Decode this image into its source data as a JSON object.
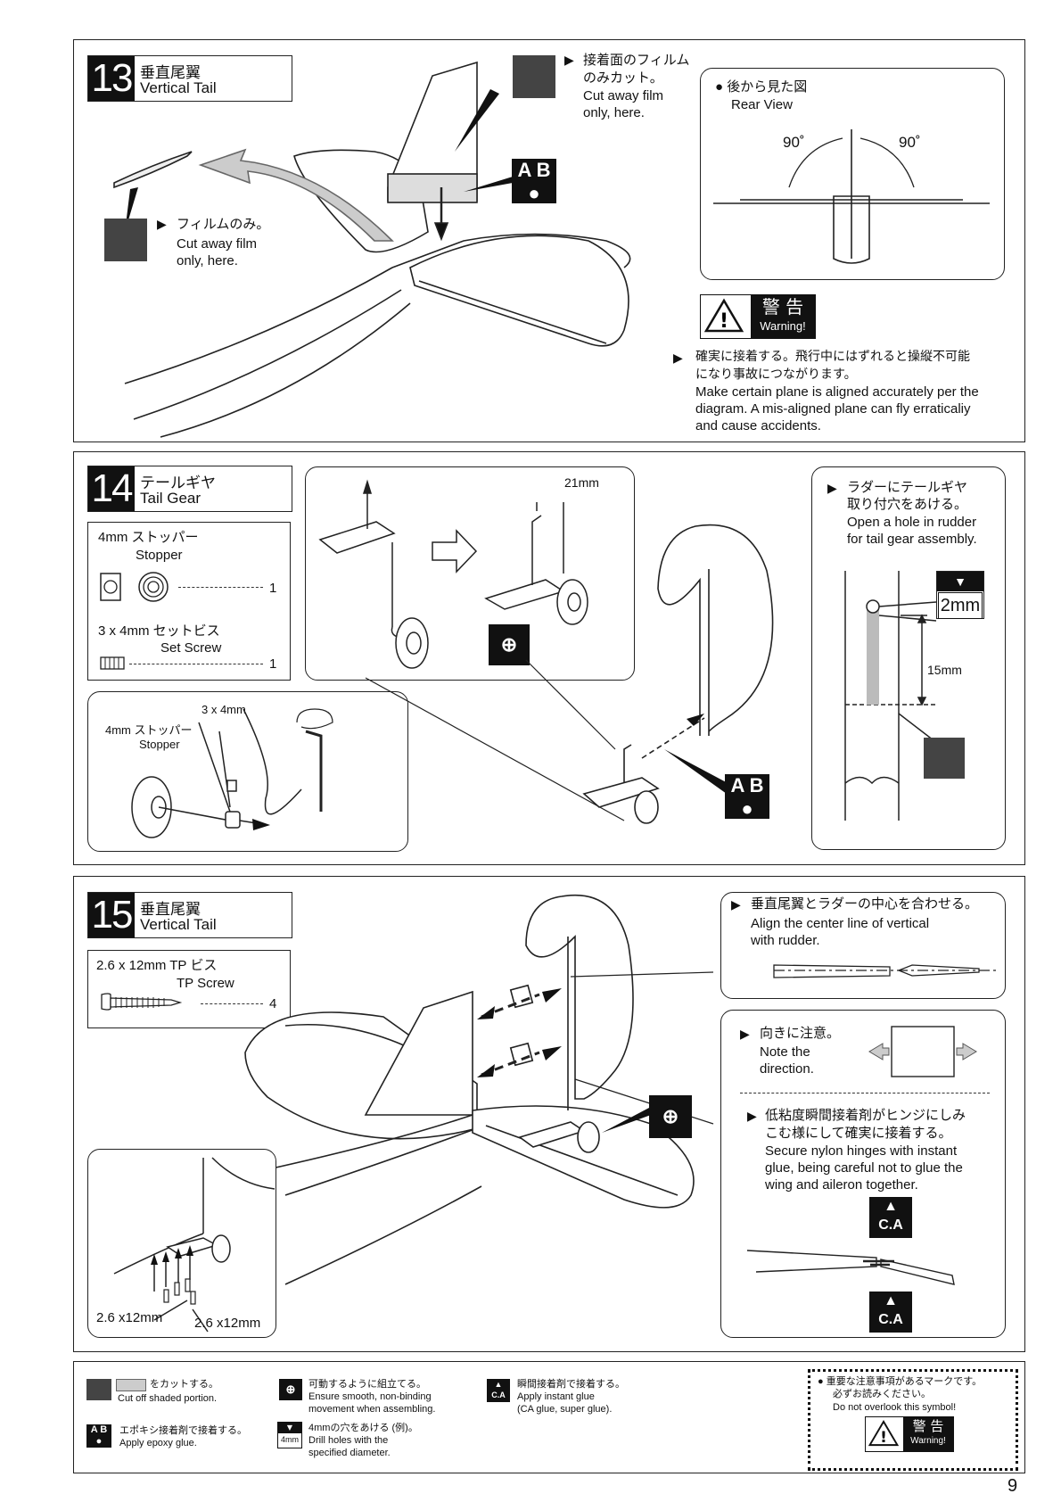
{
  "steps": [
    {
      "number": "13",
      "title_jp": "垂直尾翼",
      "title_en": "Vertical Tail",
      "callouts": {
        "film_jp": "フィルムのみ。",
        "film_en_1": "Cut away film",
        "film_en_2": "only, here.",
        "surface_jp_1": "接着面のフィルム",
        "surface_jp_2": "のみカット。",
        "surface_en_1": "Cut away film",
        "surface_en_2": "only, here.",
        "rear_jp": "後から見た図",
        "rear_en": "Rear View",
        "angle_left": "90˚",
        "angle_right": "90˚",
        "warning_jp": "警 告",
        "warning_en": "Warning!",
        "warn_text_jp_1": "確実に接着する。飛行中にはずれると操縦不可能",
        "warn_text_jp_2": "になり事故につながります。",
        "warn_text_en_1": "Make certain plane is aligned accurately per the",
        "warn_text_en_2": "diagram. A mis-aligned plane can fly erraticaliy",
        "warn_text_en_3": "and cause accidents."
      }
    },
    {
      "number": "14",
      "title_jp": "テールギヤ",
      "title_en": "Tail Gear",
      "parts": [
        {
          "name_jp": "4mm ストッパー",
          "name_en": "Stopper",
          "qty": "1"
        },
        {
          "name_jp": "3 x 4mm  セットビス",
          "name_en": "Set Screw",
          "qty": "1"
        }
      ],
      "callouts": {
        "dim_21": "21mm",
        "screw_label": "3 x 4mm",
        "stopper_jp": "4mm ストッパー",
        "stopper_en": "Stopper",
        "hole_jp_1": "ラダーにテールギヤ",
        "hole_jp_2": "取り付穴をあける。",
        "hole_en_1": "Open a hole in rudder",
        "hole_en_2": "for tail gear assembly.",
        "drill": "2mm",
        "dim_15": "15mm"
      }
    },
    {
      "number": "15",
      "title_jp": "垂直尾翼",
      "title_en": "Vertical Tail",
      "parts": [
        {
          "name_jp": "2.6 x 12mm TP ビス",
          "name_en": "TP Screw",
          "qty": "4"
        }
      ],
      "callouts": {
        "align_jp": "垂直尾翼とラダーの中心を合わせる。",
        "align_en_1": "Align the center line of vertical",
        "align_en_2": "with rudder.",
        "dir_jp": "向きに注意。",
        "dir_en_1": "Note the",
        "dir_en_2": "direction.",
        "hinge_jp_1": "低粘度瞬間接着剤がヒンジにしみ",
        "hinge_jp_2": "こむ様にして確実に接着する。",
        "hinge_en_1": "Secure nylon hinges with instant",
        "hinge_en_2": "glue, being careful not to glue the",
        "hinge_en_3": "wing and aileron together.",
        "screw_a": "2.6 x12mm",
        "screw_b": "2.6 x12mm",
        "ca": "C.A"
      }
    }
  ],
  "legend": {
    "cut_jp": "をカットする。",
    "cut_en": "Cut off shaded portion.",
    "epoxy_jp": "エポキシ接着剤で接着する。",
    "epoxy_en": "Apply epoxy glue.",
    "move_jp": "可動するように組立てる。",
    "move_en_1": "Ensure smooth, non-binding",
    "move_en_2": "movement when assembling.",
    "drill_jp": "4mmの穴をあける (例)。",
    "drill_en_1": "Drill holes with the",
    "drill_en_2": "specified diameter.",
    "drill_icon": "4mm",
    "ca_jp": "瞬間接着剤で接着する。",
    "ca_en_1": "Apply instant glue",
    "ca_en_2": "(CA glue, super glue).",
    "ca_icon": "C.A",
    "important_jp_1": "重要な注意事項があるマークです。",
    "important_jp_2": "必ずお読みください。",
    "important_en": "Do not overlook this symbol!",
    "warning_jp": "警 告",
    "warning_en": "Warning!"
  },
  "page_number": "9",
  "icons": [
    "triangle-right-icon",
    "cut-shading-icon",
    "epoxy-ab-icon",
    "hinge-move-icon",
    "drill-icon",
    "ca-glue-icon",
    "warning-triangle-icon"
  ]
}
